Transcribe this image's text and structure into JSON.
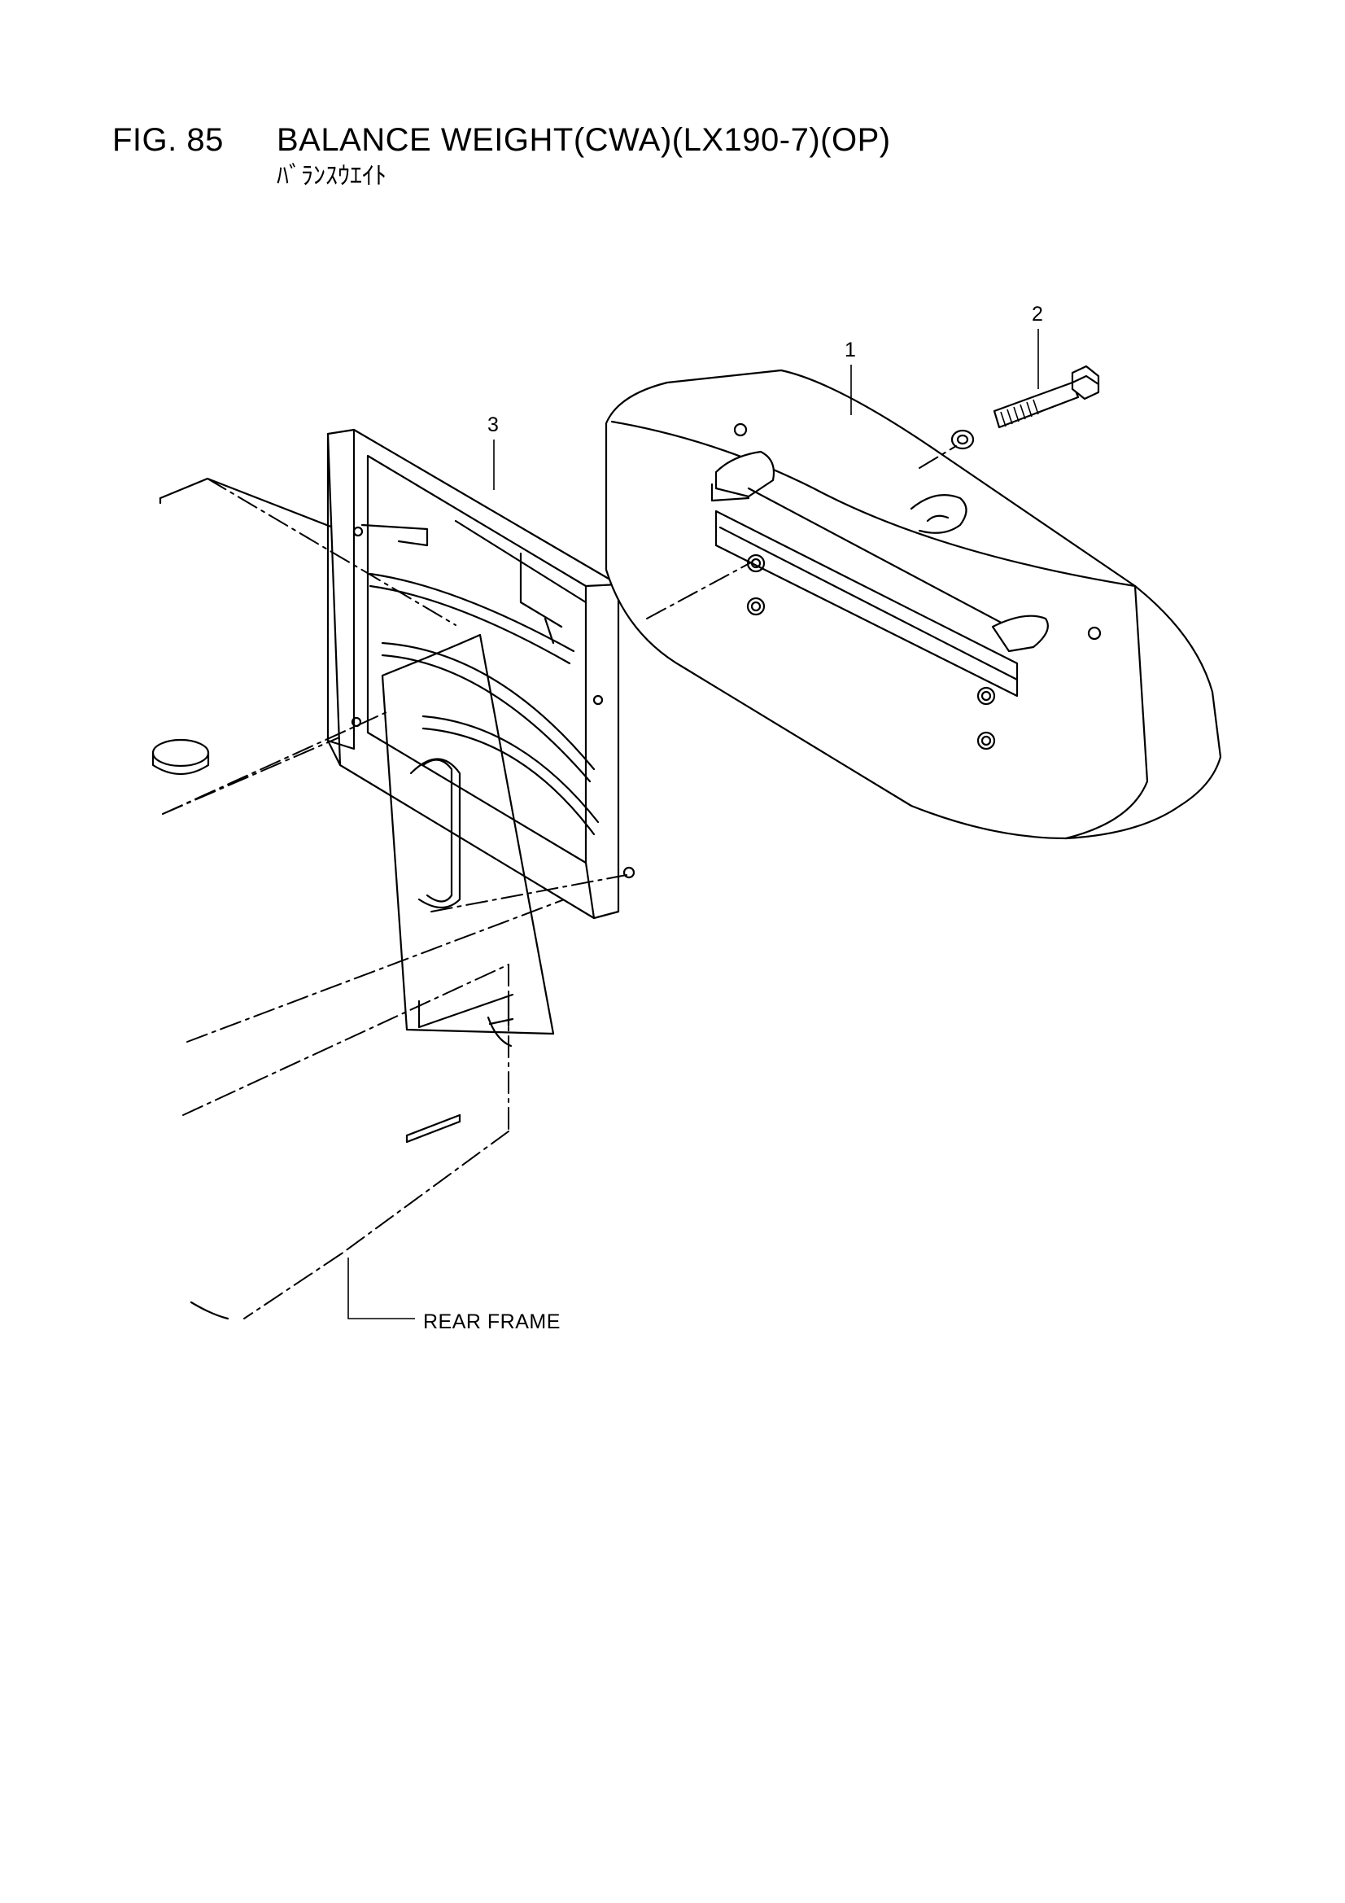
{
  "figure": {
    "number": "FIG. 85",
    "title": "BALANCE WEIGHT(CWA)(LX190-7)(OP)",
    "subtitle": "ﾊﾞﾗﾝｽｳｴｲﾄ"
  },
  "callouts": {
    "item1": "1",
    "item2": "2",
    "item3": "3"
  },
  "reference_labels": {
    "rear_frame": "REAR FRAME"
  }
}
